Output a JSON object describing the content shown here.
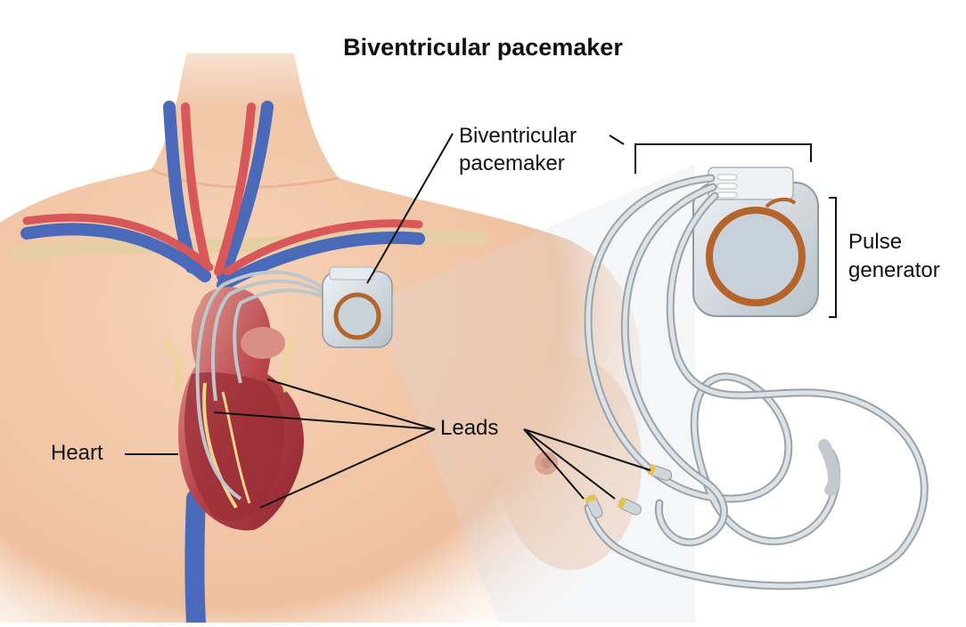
{
  "title": "Biventricular pacemaker",
  "labels": {
    "pacemaker_line1": "Biventricular",
    "pacemaker_line2": "pacemaker",
    "pulse_line1": "Pulse",
    "pulse_line2": "generator",
    "leads": "Leads",
    "heart": "Heart"
  },
  "colors": {
    "skin": "#f3c9ac",
    "skin_shadow": "#e0a98a",
    "artery": "#d8585a",
    "vein": "#4a69b8",
    "heart_muscle": "#b2373e",
    "device_shell": "#cdd6dd",
    "coil": "#b5652a",
    "lead_wire": "#b9c0c6"
  }
}
